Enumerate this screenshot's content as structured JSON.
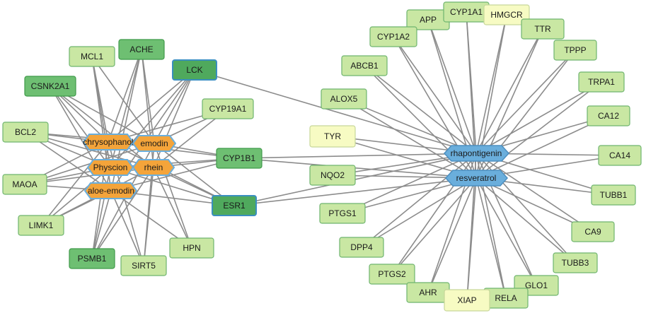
{
  "colors": {
    "target_light": "#c9e7a3",
    "target_mid": "#6ebf72",
    "target_dark": "#4fa95d",
    "target_pale": "#f7fbc3",
    "compound_left": "#f4a43a",
    "compound_right": "#6aaedc",
    "edge": "#8c8c8c"
  },
  "compounds": [
    {
      "id": "chrysophanol",
      "label": "chrysophanol",
      "group": "left"
    },
    {
      "id": "emodin",
      "label": "emodin",
      "group": "left"
    },
    {
      "id": "physcion",
      "label": "Physcion",
      "group": "left"
    },
    {
      "id": "rhein",
      "label": "rhein",
      "group": "left"
    },
    {
      "id": "aloe-emodin",
      "label": "aloe-emodin",
      "group": "left"
    },
    {
      "id": "rhapontigenin",
      "label": "rhapontigenin",
      "group": "right"
    },
    {
      "id": "resveratrol",
      "label": "resveratrol",
      "group": "right"
    }
  ],
  "targets": [
    {
      "id": "ACHE",
      "label": "ACHE",
      "level": 2
    },
    {
      "id": "MCL1",
      "label": "MCL1",
      "level": 1
    },
    {
      "id": "LCK",
      "label": "LCK",
      "level": 3
    },
    {
      "id": "CSNK2A1",
      "label": "CSNK2A1",
      "level": 2
    },
    {
      "id": "CYP19A1",
      "label": "CYP19A1",
      "level": 1
    },
    {
      "id": "BCL2",
      "label": "BCL2",
      "level": 1
    },
    {
      "id": "CYP1B1",
      "label": "CYP1B1",
      "level": 2
    },
    {
      "id": "MAOA",
      "label": "MAOA",
      "level": 1
    },
    {
      "id": "ESR1",
      "label": "ESR1",
      "level": 3
    },
    {
      "id": "LIMK1",
      "label": "LIMK1",
      "level": 1
    },
    {
      "id": "HPN",
      "label": "HPN",
      "level": 1
    },
    {
      "id": "PSMB1",
      "label": "PSMB1",
      "level": 2
    },
    {
      "id": "SIRT5",
      "label": "SIRT5",
      "level": 1
    },
    {
      "id": "APP",
      "label": "APP",
      "level": 1
    },
    {
      "id": "CYP1A1",
      "label": "CYP1A1",
      "level": 1
    },
    {
      "id": "HMGCR",
      "label": "HMGCR",
      "level": 0
    },
    {
      "id": "CYP1A2",
      "label": "CYP1A2",
      "level": 1
    },
    {
      "id": "TTR",
      "label": "TTR",
      "level": 1
    },
    {
      "id": "TPPP",
      "label": "TPPP",
      "level": 1
    },
    {
      "id": "ABCB1",
      "label": "ABCB1",
      "level": 1
    },
    {
      "id": "TRPA1",
      "label": "TRPA1",
      "level": 1
    },
    {
      "id": "ALOX5",
      "label": "ALOX5",
      "level": 1
    },
    {
      "id": "CA12",
      "label": "CA12",
      "level": 1
    },
    {
      "id": "TYR",
      "label": "TYR",
      "level": 0
    },
    {
      "id": "CA14",
      "label": "CA14",
      "level": 1
    },
    {
      "id": "NQO2",
      "label": "NQO2",
      "level": 1
    },
    {
      "id": "TUBB1",
      "label": "TUBB1",
      "level": 1
    },
    {
      "id": "PTGS1",
      "label": "PTGS1",
      "level": 1
    },
    {
      "id": "CA9",
      "label": "CA9",
      "level": 1
    },
    {
      "id": "DPP4",
      "label": "DPP4",
      "level": 1
    },
    {
      "id": "TUBB3",
      "label": "TUBB3",
      "level": 1
    },
    {
      "id": "PTGS2",
      "label": "PTGS2",
      "level": 1
    },
    {
      "id": "GLO1",
      "label": "GLO1",
      "level": 1
    },
    {
      "id": "AHR",
      "label": "AHR",
      "level": 1
    },
    {
      "id": "RELA",
      "label": "RELA",
      "level": 1
    },
    {
      "id": "XIAP",
      "label": "XIAP",
      "level": 0
    }
  ],
  "edges": [
    [
      "chrysophanol",
      "ACHE"
    ],
    [
      "chrysophanol",
      "MCL1"
    ],
    [
      "chrysophanol",
      "LCK"
    ],
    [
      "chrysophanol",
      "CSNK2A1"
    ],
    [
      "chrysophanol",
      "BCL2"
    ],
    [
      "chrysophanol",
      "MAOA"
    ],
    [
      "chrysophanol",
      "LIMK1"
    ],
    [
      "chrysophanol",
      "PSMB1"
    ],
    [
      "chrysophanol",
      "SIRT5"
    ],
    [
      "chrysophanol",
      "CYP19A1"
    ],
    [
      "chrysophanol",
      "CYP1B1"
    ],
    [
      "chrysophanol",
      "ESR1"
    ],
    [
      "emodin",
      "ACHE"
    ],
    [
      "emodin",
      "MCL1"
    ],
    [
      "emodin",
      "LCK"
    ],
    [
      "emodin",
      "CSNK2A1"
    ],
    [
      "emodin",
      "BCL2"
    ],
    [
      "emodin",
      "MAOA"
    ],
    [
      "emodin",
      "PSMB1"
    ],
    [
      "emodin",
      "SIRT5"
    ],
    [
      "emodin",
      "HPN"
    ],
    [
      "emodin",
      "CYP19A1"
    ],
    [
      "emodin",
      "CYP1B1"
    ],
    [
      "emodin",
      "ESR1"
    ],
    [
      "physcion",
      "ACHE"
    ],
    [
      "physcion",
      "MCL1"
    ],
    [
      "physcion",
      "LCK"
    ],
    [
      "physcion",
      "CSNK2A1"
    ],
    [
      "physcion",
      "BCL2"
    ],
    [
      "physcion",
      "MAOA"
    ],
    [
      "physcion",
      "LIMK1"
    ],
    [
      "physcion",
      "PSMB1"
    ],
    [
      "physcion",
      "CYP1B1"
    ],
    [
      "physcion",
      "ESR1"
    ],
    [
      "rhein",
      "ACHE"
    ],
    [
      "rhein",
      "LCK"
    ],
    [
      "rhein",
      "CSNK2A1"
    ],
    [
      "rhein",
      "BCL2"
    ],
    [
      "rhein",
      "MAOA"
    ],
    [
      "rhein",
      "LIMK1"
    ],
    [
      "rhein",
      "PSMB1"
    ],
    [
      "rhein",
      "SIRT5"
    ],
    [
      "rhein",
      "HPN"
    ],
    [
      "rhein",
      "CYP19A1"
    ],
    [
      "rhein",
      "CYP1B1"
    ],
    [
      "rhein",
      "ESR1"
    ],
    [
      "aloe-emodin",
      "ACHE"
    ],
    [
      "aloe-emodin",
      "MCL1"
    ],
    [
      "aloe-emodin",
      "LCK"
    ],
    [
      "aloe-emodin",
      "CSNK2A1"
    ],
    [
      "aloe-emodin",
      "BCL2"
    ],
    [
      "aloe-emodin",
      "MAOA"
    ],
    [
      "aloe-emodin",
      "LIMK1"
    ],
    [
      "aloe-emodin",
      "PSMB1"
    ],
    [
      "aloe-emodin",
      "SIRT5"
    ],
    [
      "aloe-emodin",
      "HPN"
    ],
    [
      "aloe-emodin",
      "CYP1B1"
    ],
    [
      "aloe-emodin",
      "ESR1"
    ],
    [
      "rhapontigenin",
      "LCK"
    ],
    [
      "rhapontigenin",
      "CYP1B1"
    ],
    [
      "rhapontigenin",
      "ESR1"
    ],
    [
      "rhapontigenin",
      "APP"
    ],
    [
      "rhapontigenin",
      "CYP1A1"
    ],
    [
      "rhapontigenin",
      "HMGCR"
    ],
    [
      "rhapontigenin",
      "CYP1A2"
    ],
    [
      "rhapontigenin",
      "TTR"
    ],
    [
      "rhapontigenin",
      "TPPP"
    ],
    [
      "rhapontigenin",
      "ABCB1"
    ],
    [
      "rhapontigenin",
      "TRPA1"
    ],
    [
      "rhapontigenin",
      "ALOX5"
    ],
    [
      "rhapontigenin",
      "CA12"
    ],
    [
      "rhapontigenin",
      "TYR"
    ],
    [
      "rhapontigenin",
      "CA14"
    ],
    [
      "rhapontigenin",
      "NQO2"
    ],
    [
      "rhapontigenin",
      "TUBB1"
    ],
    [
      "rhapontigenin",
      "PTGS1"
    ],
    [
      "rhapontigenin",
      "CA9"
    ],
    [
      "rhapontigenin",
      "DPP4"
    ],
    [
      "rhapontigenin",
      "TUBB3"
    ],
    [
      "rhapontigenin",
      "PTGS2"
    ],
    [
      "rhapontigenin",
      "GLO1"
    ],
    [
      "rhapontigenin",
      "AHR"
    ],
    [
      "rhapontigenin",
      "RELA"
    ],
    [
      "rhapontigenin",
      "XIAP"
    ],
    [
      "resveratrol",
      "CYP1B1"
    ],
    [
      "resveratrol",
      "ESR1"
    ],
    [
      "resveratrol",
      "APP"
    ],
    [
      "resveratrol",
      "CYP1A1"
    ],
    [
      "resveratrol",
      "HMGCR"
    ],
    [
      "resveratrol",
      "CYP1A2"
    ],
    [
      "resveratrol",
      "TTR"
    ],
    [
      "resveratrol",
      "TPPP"
    ],
    [
      "resveratrol",
      "ABCB1"
    ],
    [
      "resveratrol",
      "TRPA1"
    ],
    [
      "resveratrol",
      "ALOX5"
    ],
    [
      "resveratrol",
      "CA12"
    ],
    [
      "resveratrol",
      "TYR"
    ],
    [
      "resveratrol",
      "CA14"
    ],
    [
      "resveratrol",
      "NQO2"
    ],
    [
      "resveratrol",
      "TUBB1"
    ],
    [
      "resveratrol",
      "PTGS1"
    ],
    [
      "resveratrol",
      "CA9"
    ],
    [
      "resveratrol",
      "DPP4"
    ],
    [
      "resveratrol",
      "TUBB3"
    ],
    [
      "resveratrol",
      "PTGS2"
    ],
    [
      "resveratrol",
      "GLO1"
    ],
    [
      "resveratrol",
      "AHR"
    ],
    [
      "resveratrol",
      "RELA"
    ],
    [
      "resveratrol",
      "XIAP"
    ]
  ]
}
